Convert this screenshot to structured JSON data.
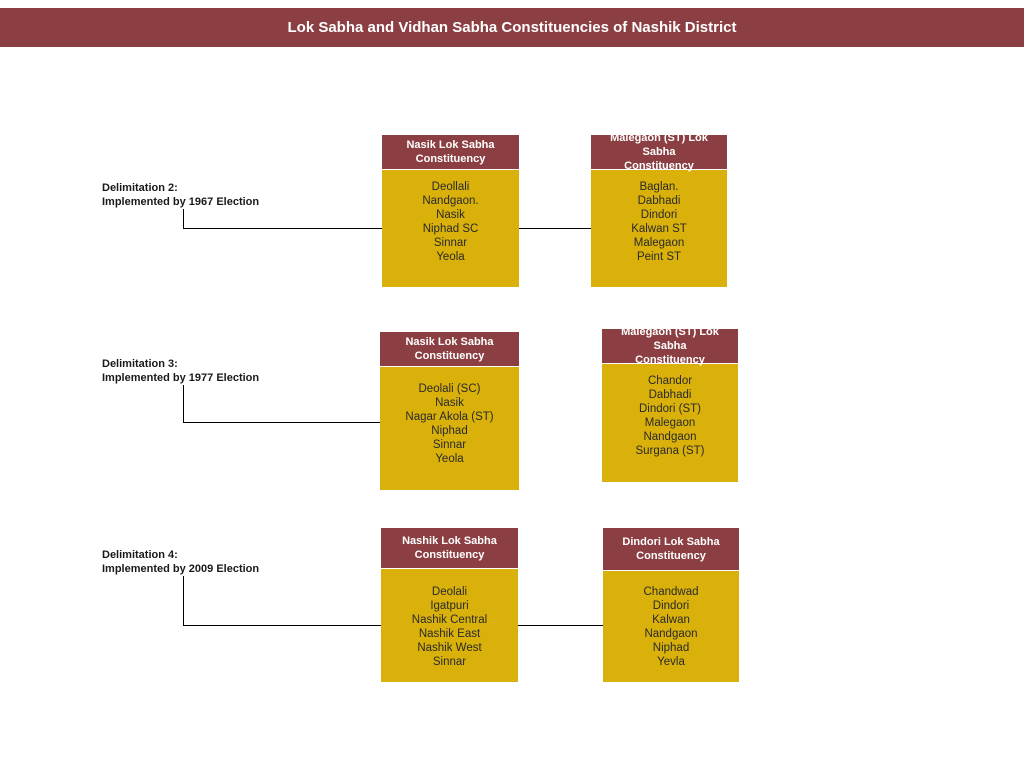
{
  "title": "Lok Sabha and Vidhan Sabha Constituencies of Nashik District",
  "rows": [
    {
      "label_line1": "Delimitation 2:",
      "label_line2": "Implemented by 1967 Election",
      "boxes": [
        {
          "head_line1": "Nasik Lok Sabha",
          "head_line2": "Constituency",
          "items": [
            "Deollali",
            "Nandgaon.",
            "Nasik",
            "Niphad SC",
            "Sinnar",
            "Yeola"
          ]
        },
        {
          "head_line1": "Malegaon (ST) Lok Sabha",
          "head_line2": "Constituency",
          "items": [
            "Baglan.",
            "Dabhadi",
            "Dindori",
            "Kalwan ST",
            "Malegaon",
            "Peint ST"
          ]
        }
      ]
    },
    {
      "label_line1": "Delimitation 3:",
      "label_line2": "Implemented by 1977 Election",
      "boxes": [
        {
          "head_line1": "Nasik Lok Sabha",
          "head_line2": "Constituency",
          "items": [
            "Deolali (SC)",
            "Nasik",
            "Nagar Akola (ST)",
            "Niphad",
            "Sinnar",
            "Yeola"
          ]
        },
        {
          "head_line1": "Malegaon (ST) Lok Sabha",
          "head_line2": "Constituency",
          "items": [
            "Chandor",
            "Dabhadi",
            "Dindori (ST)",
            "Malegaon",
            "Nandgaon",
            "Surgana (ST)"
          ]
        }
      ]
    },
    {
      "label_line1": "Delimitation 4:",
      "label_line2": "Implemented by 2009 Election",
      "boxes": [
        {
          "head_line1": "Nashik Lok Sabha",
          "head_line2": "Constituency",
          "items": [
            "Deolali",
            "Igatpuri",
            "Nashik Central",
            "Nashik East",
            "Nashik West",
            "Sinnar"
          ]
        },
        {
          "head_line1": "Dindori Lok Sabha",
          "head_line2": "Constituency",
          "items": [
            "Chandwad",
            "Dindori",
            "Kalwan",
            "Nandgaon",
            "Niphad",
            "Yevla"
          ]
        }
      ]
    }
  ]
}
